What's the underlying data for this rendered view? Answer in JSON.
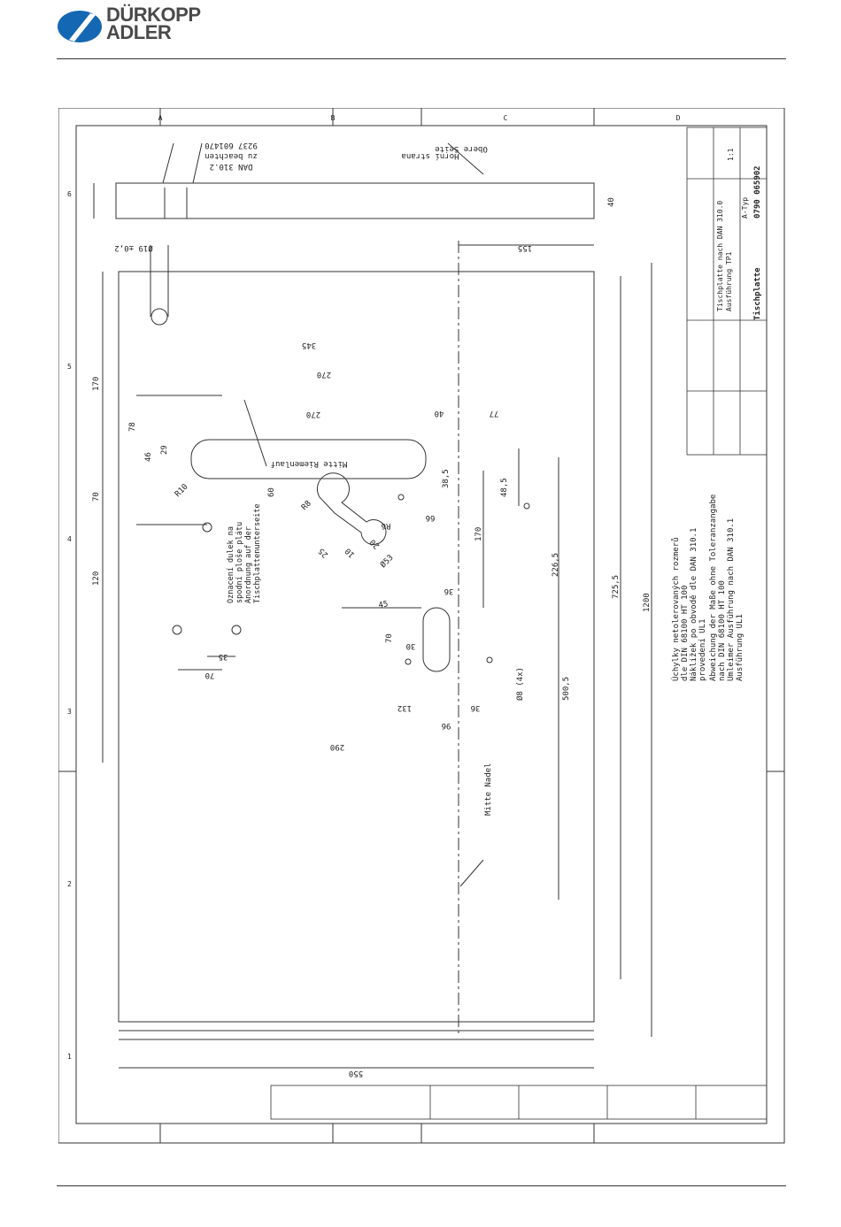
{
  "brand": {
    "line1": "DÜRKOPP",
    "line2": "ADLER"
  },
  "drawing": {
    "top_note": {
      "l1": "Obere Seite",
      "l2": "Horní strana"
    },
    "hole_note": {
      "l1": "9237 601470",
      "l2": "zu beachten",
      "l3": "DAN 310.2"
    },
    "belt_slot_label": "Mitte Riemenlauf",
    "needle_label": "Mitte Nadel",
    "marking_note": {
      "l1": "Oznacení dulek na",
      "l2": "spodní ploše plátu",
      "l3": "Anordnung auf der",
      "l4": "Tischplattenunterseite"
    },
    "dims": {
      "d155": "155",
      "d40": "40",
      "d345": "345",
      "d270a": "270",
      "d270b": "270",
      "d40b": "40",
      "d77": "77",
      "d170v": "170",
      "d70v": "70",
      "d120": "120",
      "d78": "78",
      "d46": "46",
      "d29": "29",
      "r10": "R10",
      "d60": "60",
      "r8": "R8",
      "r6": "R6",
      "d38_5": "38,5",
      "d48_5": "48,5",
      "d66": "66",
      "d170b": "170",
      "d20": "20",
      "d10": "10",
      "d25": "25",
      "phi53": "Ø53",
      "d226_5": "226,5",
      "d725_5": "725,5",
      "d45": "45",
      "d36a": "36",
      "d30": "30",
      "d70b": "70",
      "d35": "35",
      "d70c": "70",
      "d36b": "36",
      "d132": "132",
      "phi8": "Ø8 (4x)",
      "d500_5": "500,5",
      "d96": "96",
      "d290": "290",
      "d1200": "1200",
      "d550": "550",
      "phi19": "Ø19 ±0,2"
    },
    "tolerance_note": {
      "l1": "Abweichung der Maße ohne Toleranzangabe",
      "l2": "nach DIN 68100 HT 100",
      "l3": "Umleimer Ausführung nach DAN 310.1",
      "l4": "Ausführung UL1"
    },
    "tolerance_note_cz": {
      "l1": "Úchylky netolerovaných rozmerů",
      "l2": "dle DIN 68100 HT 100",
      "l3": "Nákližek po obvodě dle DAN 310.1",
      "l4": "provedení UL1"
    },
    "title_block": {
      "title": "Tischplatte",
      "number": "0790 065902",
      "scale": "1:1",
      "format": "A-Typ",
      "material": "Tischplatte nach DAN 310.0",
      "execution": "Ausführung TP1"
    },
    "frame_letters": [
      "A",
      "B",
      "C",
      "D"
    ],
    "frame_numbers": [
      "1",
      "2",
      "3",
      "4",
      "5",
      "6"
    ]
  }
}
